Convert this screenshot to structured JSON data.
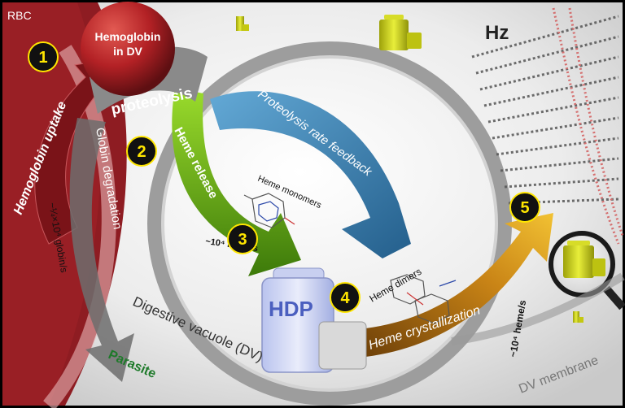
{
  "labels": {
    "rbc": "RBC",
    "hemoglobin_dv_line1": "Hemoglobin",
    "hemoglobin_dv_line2": "in DV",
    "proteolysis": "proteolysis",
    "hemoglobin_uptake": "Hemoglobin uptake",
    "globin_degradation": "Globin degradation",
    "globin_rate": "~¼×10⁴ globin/s",
    "heme_release": "Heme release",
    "proteolysis_feedback": "Proteolysis rate feedback",
    "heme_monomers": "Heme monomers",
    "heme_rate_left": "~10⁴ heme/s",
    "hdp": "HDP",
    "heme_dimers": "Heme dimers",
    "heme_crystallization": "Heme crystallization",
    "heme_rate_right": "~10⁴ heme/s",
    "hz": "Hz",
    "digestive_vacuole": "Digestive vacuole (DV)",
    "parasite": "Parasite",
    "dv_membrane": "DV membrane"
  },
  "steps": [
    "1",
    "2",
    "3",
    "4",
    "5"
  ],
  "colors": {
    "rbc_red": "#8e1c22",
    "sphere_red": "#b32125",
    "green_arrow": "#6fb514",
    "blue_arrow": "#3f86b8",
    "orange_arrow": "#c98416",
    "step_badge": "#ffe600",
    "parasite_green": "#1e7a2a"
  }
}
